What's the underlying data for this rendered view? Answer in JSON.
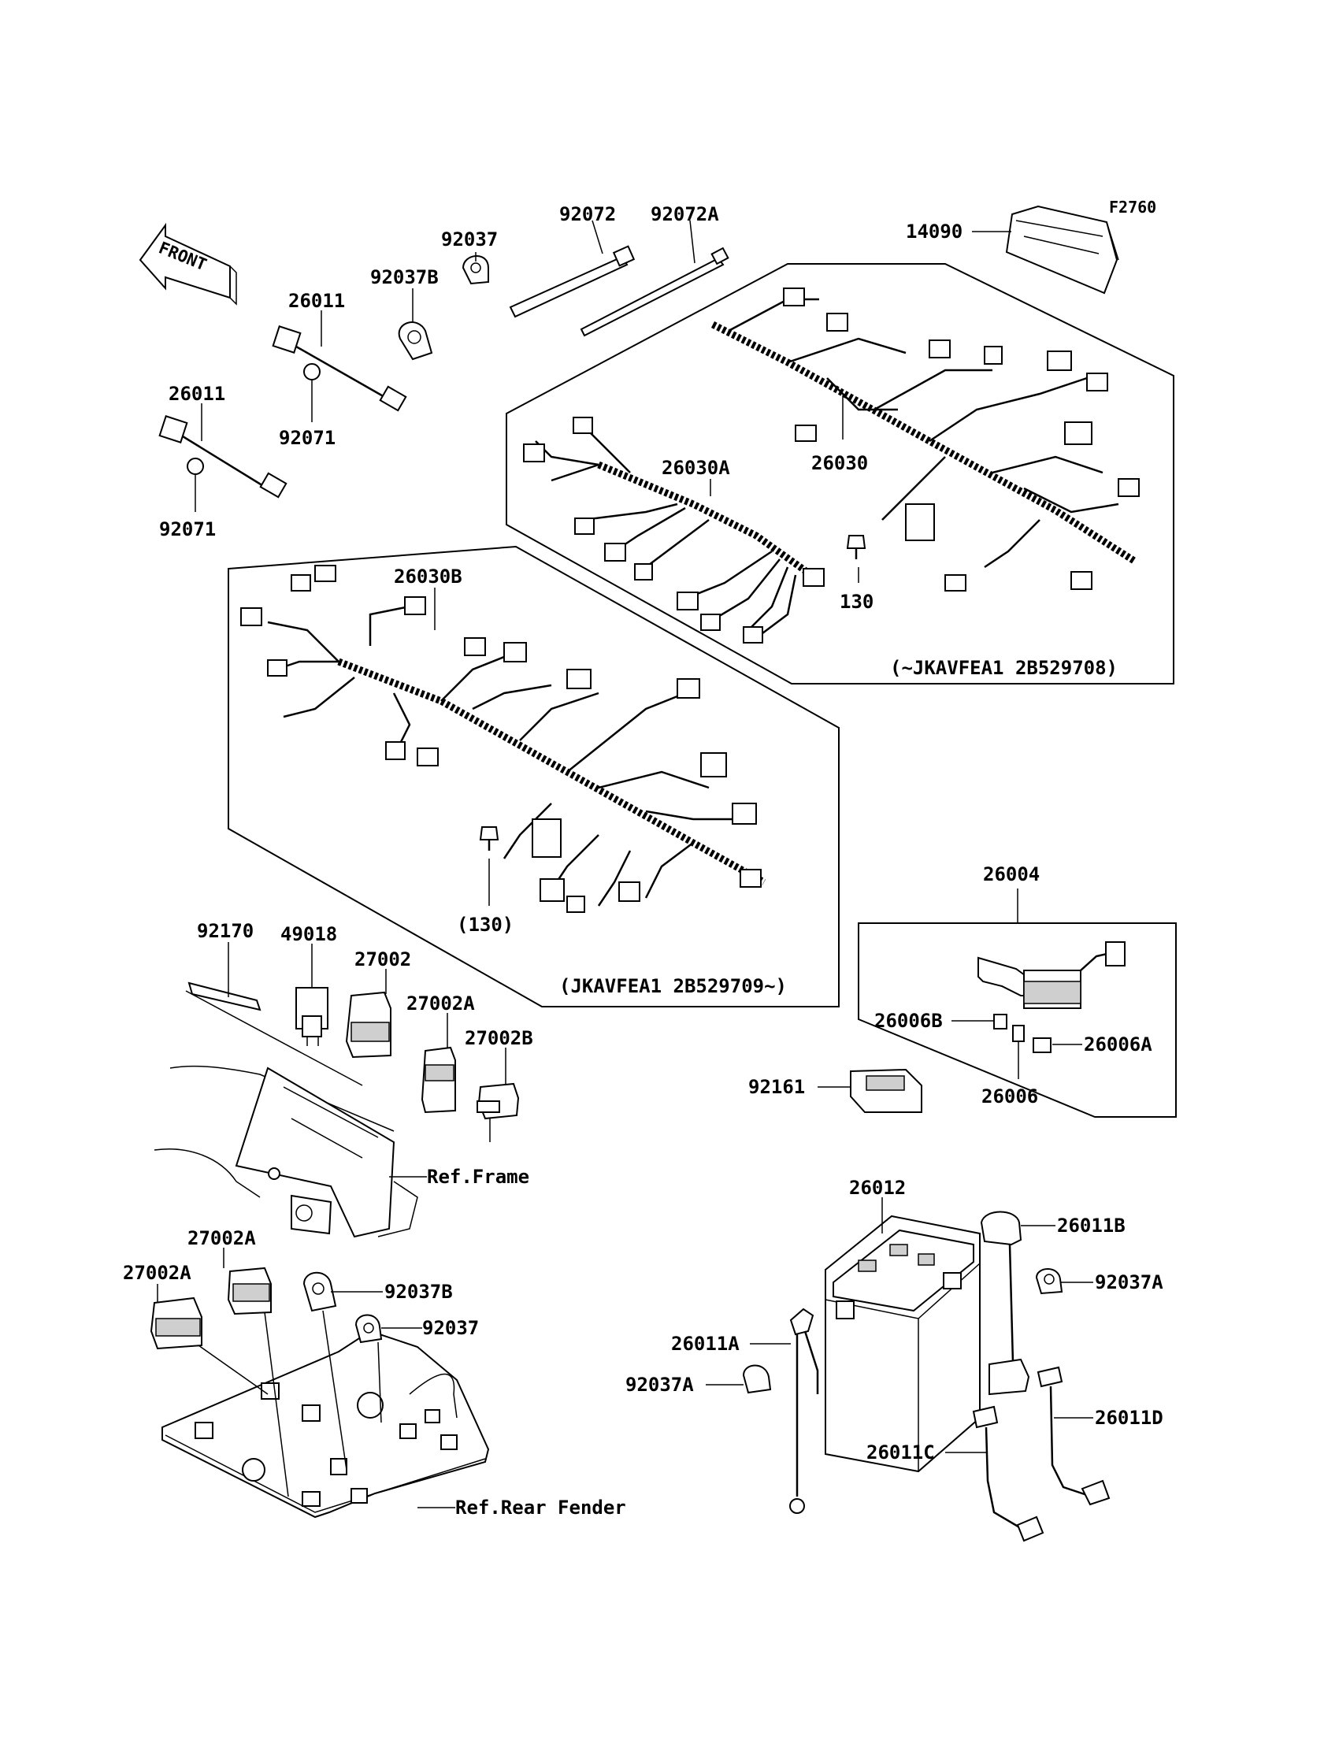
{
  "figure_code": "F2760",
  "front_label": "FRONT",
  "labels": {
    "p14090": "14090",
    "p92072": "92072",
    "p92072A": "92072A",
    "p92037_top": "92037",
    "p92037B_top": "92037B",
    "p26011_a": "26011",
    "p92071_a": "92071",
    "p26011_b": "26011",
    "p92071_b": "92071",
    "p26030A": "26030A",
    "p26030": "26030",
    "p130": "130",
    "p26030B": "26030B",
    "p130_paren": "(130)",
    "p26004": "26004",
    "p26006B": "26006B",
    "p26006A": "26006A",
    "p26006": "26006",
    "p92161": "92161",
    "p92170": "92170",
    "p49018": "49018",
    "p27002": "27002",
    "p27002A_top": "27002A",
    "p27002B": "27002B",
    "ref_frame": "Ref.Frame",
    "p27002A_l1": "27002A",
    "p27002A_l2": "27002A",
    "p92037B_low": "92037B",
    "p92037_low": "92037",
    "ref_rear_fender": "Ref.Rear Fender",
    "p26012": "26012",
    "p26011B": "26011B",
    "p92037A_r": "92037A",
    "p26011A": "26011A",
    "p92037A_l": "92037A",
    "p26011C": "26011C",
    "p26011D": "26011D"
  },
  "notes": {
    "upper_harness_range": "(~JKAVFEA1 2B529708)",
    "lower_harness_range": "(JKAVFEA1 2B529709~)"
  }
}
